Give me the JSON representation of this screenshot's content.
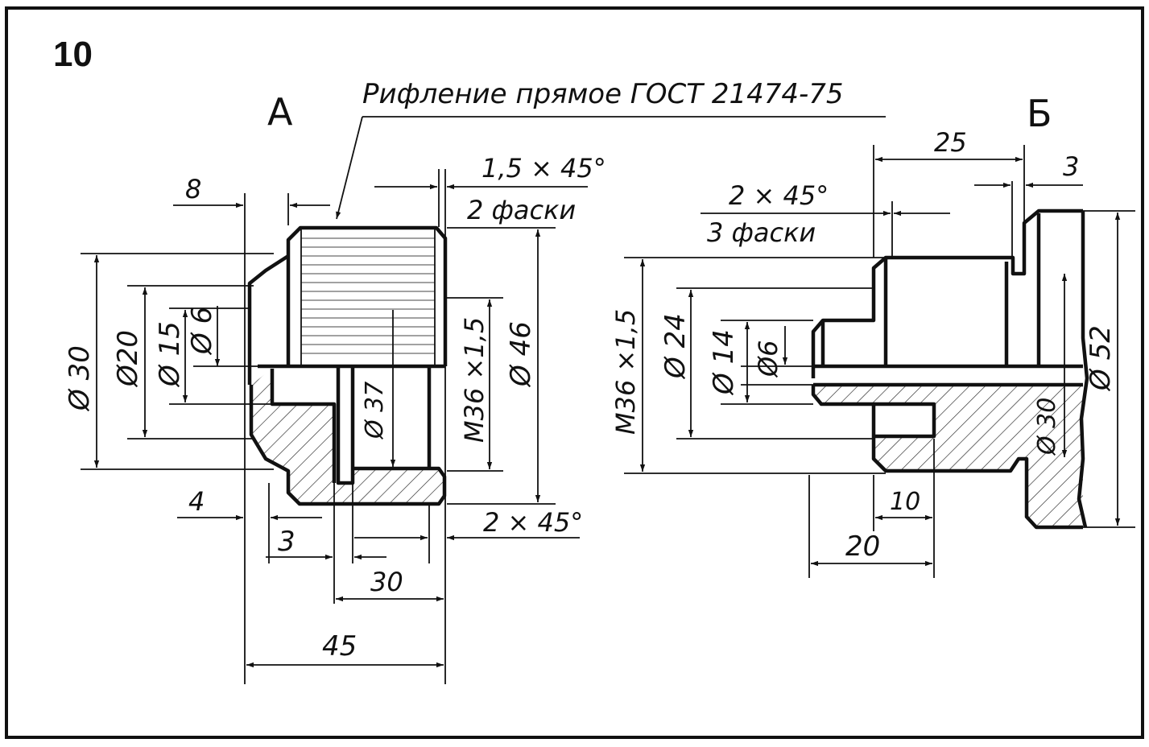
{
  "problem_number": "10",
  "note": "Рифление прямое ГОСТ 21474-75",
  "part_a": {
    "label": "А",
    "dims": {
      "d30": "Ø 30",
      "d20": "Ø20",
      "d15": "Ø 15",
      "d6": "Ø 6",
      "d37": "Ø 37",
      "thread": "М36 ×1,5",
      "d46": "Ø 46",
      "l8": "8",
      "chamfer_top": "1,5 × 45°",
      "chamfer_top_count": "2 фаски",
      "l4": "4",
      "l3": "3",
      "chamfer_bottom": "2 × 45°",
      "l30": "30",
      "l45": "45"
    }
  },
  "part_b": {
    "label": "Б",
    "dims": {
      "l25": "25",
      "l3": "3",
      "chamfer": "2 × 45°",
      "chamfer_count": "3 фаски",
      "thread": "М36 ×1,5",
      "d24": "Ø 24",
      "d14": "Ø 14",
      "d6": "Ø6",
      "d52": "Ø 52",
      "d30": "Ø 30",
      "l10": "10",
      "l20": "20"
    }
  }
}
